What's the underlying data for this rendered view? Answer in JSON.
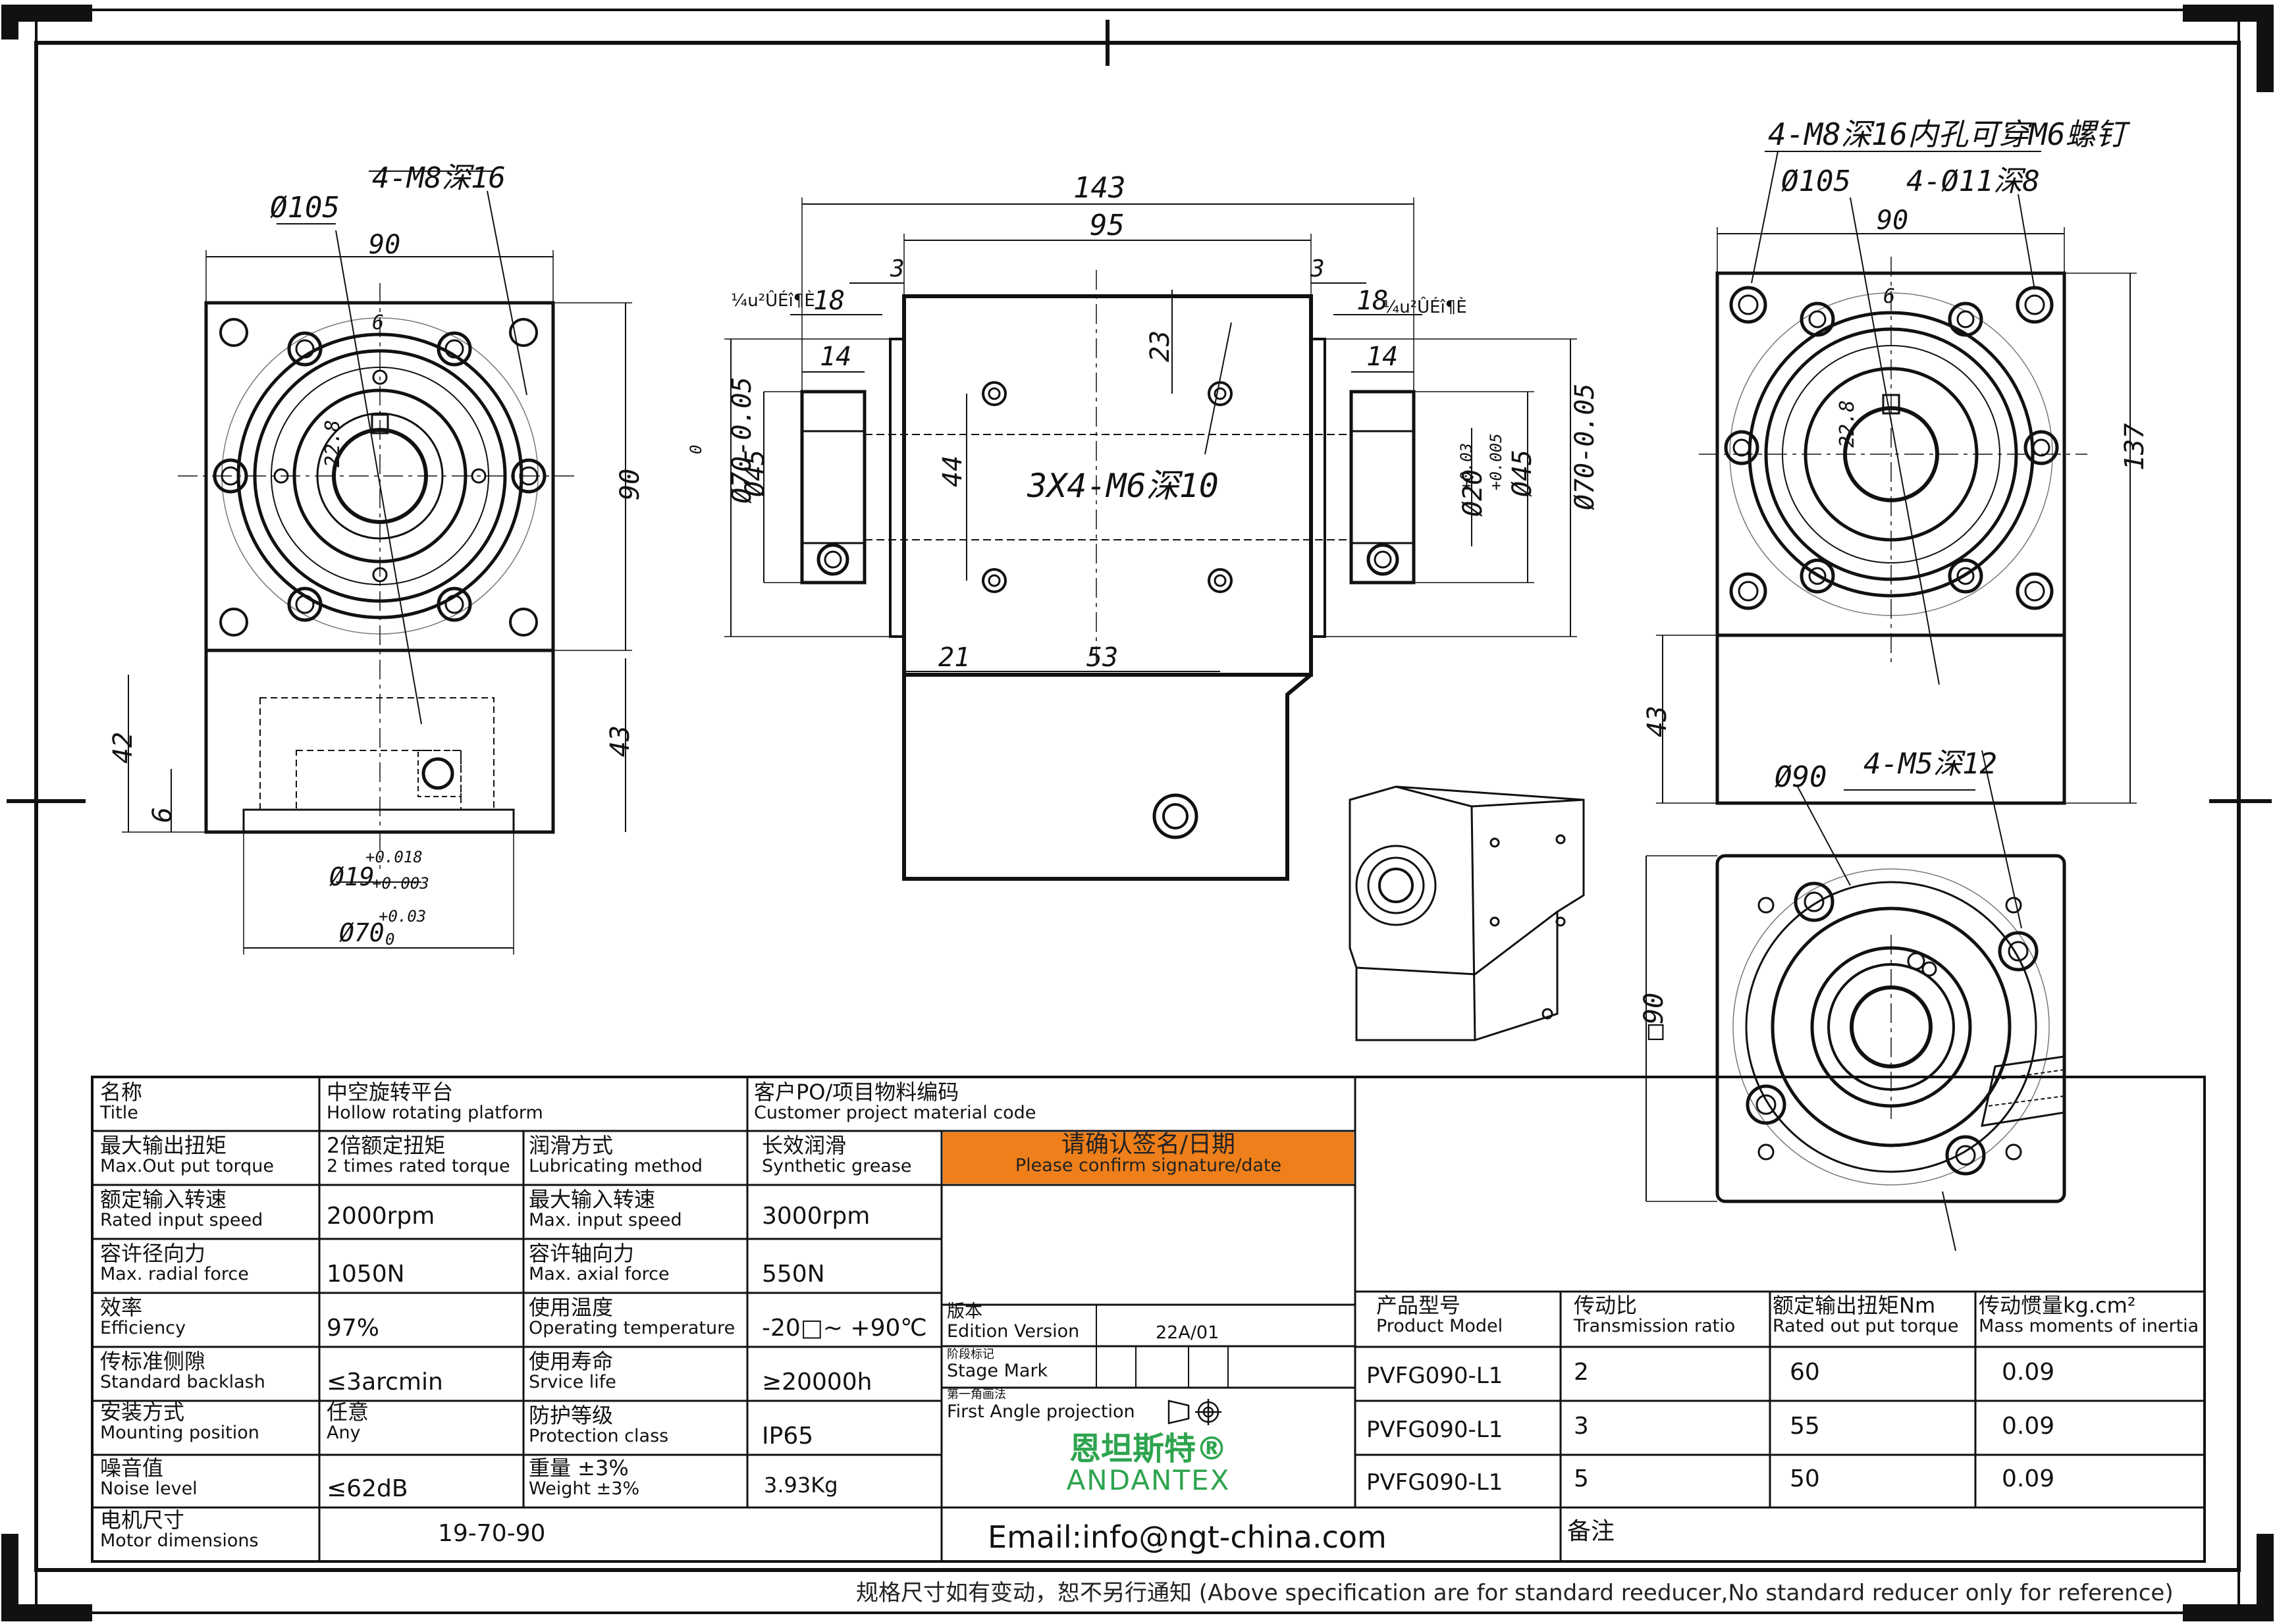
{
  "views": {
    "left": {
      "dia_105": "Ø105",
      "holes": "4-M8深16",
      "w90": "90",
      "h90": "90",
      "h43": "43",
      "h42": "42",
      "h6": "6",
      "shaft": "Ø19",
      "shaft_tol_up": "+0.018",
      "shaft_tol_dn": "+0.003",
      "pilot": "Ø70",
      "pilot_tol_up": "+0.03",
      "pilot_tol_dn": "0",
      "key": "6",
      "key_h": "22.8"
    },
    "center": {
      "l143": "143",
      "l95": "95",
      "l3a": "3",
      "l3b": "3",
      "l18a": "18",
      "l18b": "18",
      "garble_a": "¼u²ÛÉî¶È",
      "garble_b": "¼u²ÛÉî¶È",
      "l14a": "14",
      "l14b": "14",
      "d70a": "Ø70-0.05",
      "d70a_top": "0",
      "d45a": "Ø45",
      "d44": "44",
      "holes": "3X4-M6深10",
      "d23": "23",
      "d21": "21",
      "d53": "53",
      "d20": "Ø20",
      "d20_up": "+0.03",
      "d20_dn": "+0.005",
      "d45b": "Ø45",
      "d70b": "Ø70-0.05"
    },
    "right": {
      "holes_top": "4-M8深16内孔可穿M6螺钉",
      "dia_105": "Ø105",
      "holes_b": "4-Ø11深8",
      "w90": "90",
      "h137": "137",
      "h43": "43",
      "key": "6",
      "key_h": "22.8",
      "d90": "Ø90",
      "holes_m5": "4-M5深12",
      "sq90": "□90"
    }
  },
  "table": {
    "title_zh": "名称",
    "title_en": "Title",
    "title_val_zh": "中空旋转平台",
    "title_val_en": "Hollow rotating platform",
    "cpo_zh": "客户PO/项目物料编码",
    "cpo_en": "Customer project material code",
    "rows": [
      {
        "l_zh": "最大输出扭矩",
        "l_en": "Max.Out put torque",
        "v_zh": "2倍额定扭矩",
        "v_en": "2 times rated torque",
        "r_zh": "润滑方式",
        "r_en": "Lubricating method",
        "rv_zh": "长效润滑",
        "rv_en": "Synthetic grease"
      },
      {
        "l_zh": "额定输入转速",
        "l_en": "Rated input speed",
        "v": "2000rpm",
        "r_zh": "最大输入转速",
        "r_en": "Max. input speed",
        "rv": "3000rpm"
      },
      {
        "l_zh": "容许径向力",
        "l_en": "Max. radial force",
        "v": "1050N",
        "r_zh": "容许轴向力",
        "r_en": "Max. axial force",
        "rv": "550N"
      },
      {
        "l_zh": "效率",
        "l_en": "Efficiency",
        "v": "97%",
        "r_zh": "使用温度",
        "r_en": "Operating temperature",
        "rv": "-20□~ +90℃"
      },
      {
        "l_zh": "传标准侧隙",
        "l_en": "Standard backlash",
        "v": "≤3arcmin",
        "r_zh": "使用寿命",
        "r_en": "Srvice life",
        "rv": "≥20000h"
      },
      {
        "l_zh": "安装方式",
        "l_en": "Mounting position",
        "v_zh": "任意",
        "v_en": "Any",
        "r_zh": "防护等级",
        "r_en": "Protection class",
        "rv": "IP65"
      },
      {
        "l_zh": "噪音值",
        "l_en": "Noise level",
        "v": "≤62dB",
        "r_zh": "重量 ±3%",
        "r_en": "Weight ±3%",
        "rv": "3.93Kg"
      }
    ],
    "motor_zh": "电机尺寸",
    "motor_en": "Motor dimensions",
    "motor_val": "19-70-90",
    "confirm_zh": "请确认签名/日期",
    "confirm_en": "Please confirm signature/date",
    "edition_zh": "版本",
    "edition_en": "Edition Version",
    "edition_val": "22A/01",
    "stage_zh": "阶段标记",
    "stage_en": "Stage Mark",
    "proj_zh": "第一角画法",
    "proj_en": "First Angle projection",
    "brand_zh": "恩坦斯特®",
    "brand_en": "ANDANTEX",
    "email": "Email:info@ngt-china.com",
    "remark": "备注",
    "model_headers": [
      {
        "zh": "产品型号",
        "en": "Product Model"
      },
      {
        "zh": "传动比",
        "en": "Transmission ratio"
      },
      {
        "zh": "额定输出扭矩Nm",
        "en": "Rated out put torque"
      },
      {
        "zh": "传动惯量kg.cm²",
        "en": "Mass moments of inertia"
      }
    ],
    "models": [
      {
        "model": "PVFG090-L1",
        "ratio": "2",
        "torque": "60",
        "inertia": "0.09"
      },
      {
        "model": "PVFG090-L1",
        "ratio": "3",
        "torque": "55",
        "inertia": "0.09"
      },
      {
        "model": "PVFG090-L1",
        "ratio": "5",
        "torque": "50",
        "inertia": "0.09"
      }
    ]
  },
  "footer": "规格尺寸如有变动，恕不另行通知  (Above specification are for standard reeducer,No standard reducer only for reference)",
  "colors": {
    "confirm_bg": "#EE7F1A",
    "brand_green": "#2EA44F",
    "line": "#111111"
  }
}
